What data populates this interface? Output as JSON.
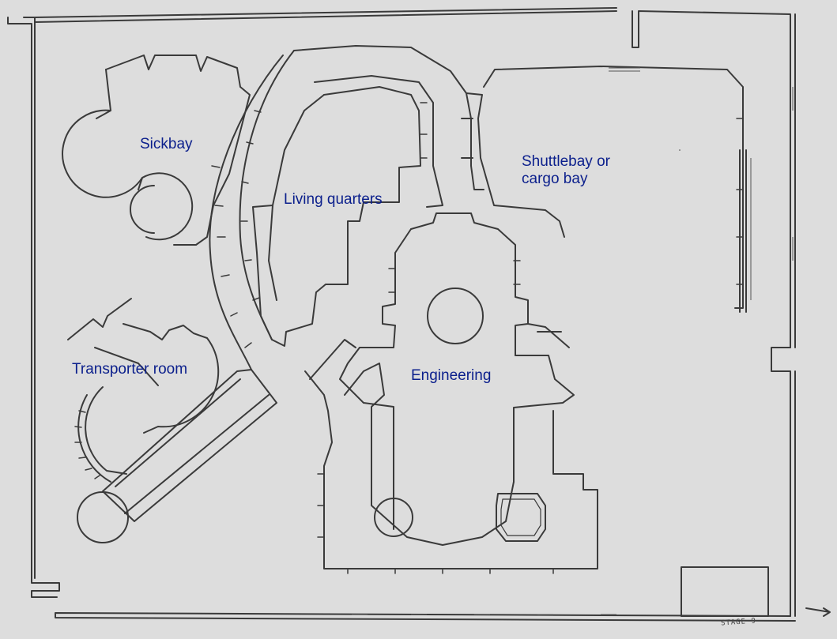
{
  "labels": {
    "sickbay": "Sickbay",
    "living_quarters": "Living quarters",
    "shuttlebay_line1": "Shuttlebay or",
    "shuttlebay_line2": "cargo bay",
    "transporter_room": "Transporter room",
    "engineering": "Engineering"
  },
  "stage_label": "STAGE 9",
  "colors": {
    "background": "#dddddd",
    "line": "#3a3a3a",
    "label": "#0b1f8c"
  }
}
